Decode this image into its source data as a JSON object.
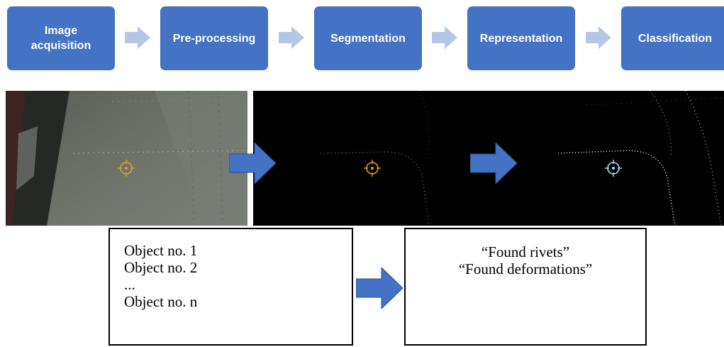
{
  "pipeline": {
    "stages": [
      {
        "label": "Image\nacquisition"
      },
      {
        "label": "Pre-processing"
      },
      {
        "label": "Segmentation"
      },
      {
        "label": "Representation"
      },
      {
        "label": "Classification"
      }
    ]
  },
  "objects_box": {
    "lines": [
      "Object no. 1",
      "Object no. 2",
      "...",
      "Object no. n"
    ]
  },
  "result_box": {
    "lines": [
      "“Found rivets”",
      "“Found deformations”"
    ]
  },
  "colors": {
    "stage_fill": "#4472c4",
    "chevron_fill": "#b4c7e7",
    "arrow_fill": "#4472c4",
    "marker_orange": "#e39a2a",
    "marker_cyan": "#9fe3f2"
  }
}
